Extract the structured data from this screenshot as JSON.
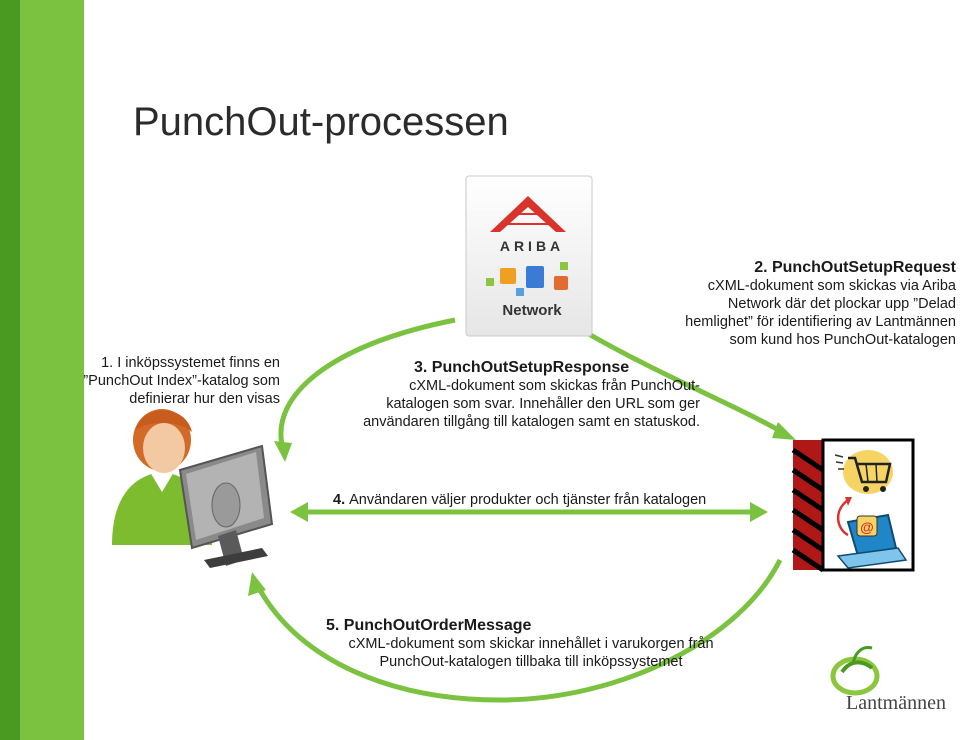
{
  "slide": {
    "title": "PunchOut-processen",
    "colors": {
      "green_dark": "#4a9a22",
      "green_light": "#7cc241",
      "ariba_red": "#d9342b"
    }
  },
  "ariba": {
    "brand": "ARIBA",
    "network": "Network"
  },
  "steps": {
    "s1": {
      "lines": [
        "1. I inköpssystemet  finns en",
        "”PunchOut Index”-katalog som",
        "definierar hur den visas"
      ]
    },
    "s2": {
      "num": "2. ",
      "name": "PunchOutSetupRequest",
      "lines": [
        "cXML-dokument som skickas via Ariba",
        "Network där det plockar upp ”Delad",
        "hemlighet” för identifiering av Lantmännen",
        "som kund hos PunchOut-katalogen"
      ]
    },
    "s3": {
      "num": "3. ",
      "name": "PunchOutSetupResponse",
      "lines": [
        "cXML-dokument som skickas från PunchOut-",
        "katalogen som svar. Innehåller den URL som ger",
        "användaren tillgång till katalogen samt en statuskod."
      ]
    },
    "s4": {
      "num": "4. ",
      "text": "Användaren väljer produkter och tjänster från katalogen"
    },
    "s5": {
      "num": "5. ",
      "name": "PunchOutOrderMessage",
      "lines": [
        "cXML-dokument som skickar innehållet i varukorgen från",
        "PunchOut-katalogen  tillbaka till inköpssystemet"
      ]
    }
  },
  "logo": {
    "name": "Lantmännen"
  },
  "icons": [
    "user-at-computer-icon",
    "ariba-network-icon",
    "shopping-cart-icon",
    "email-at-icon",
    "laptop-icon"
  ]
}
